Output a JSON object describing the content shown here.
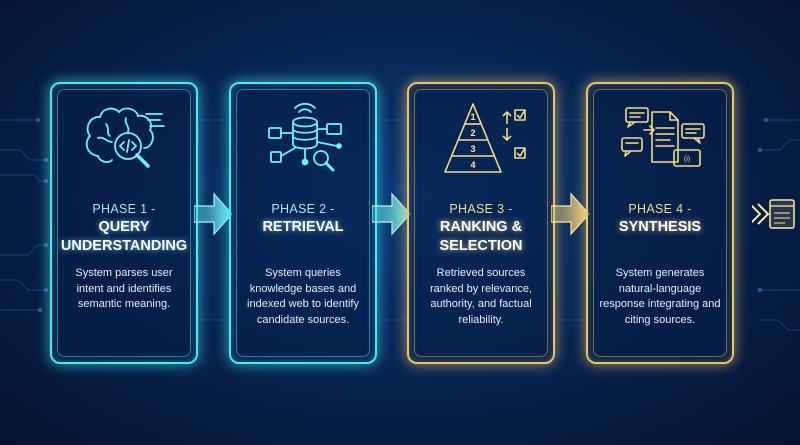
{
  "phases": [
    {
      "phase_label": "PHASE 1 -",
      "title": "QUERY UNDERSTANDING",
      "description": "System parses user intent and identifies semantic meaning.",
      "icon": "brain-search-icon",
      "color": "#4fe6f0"
    },
    {
      "phase_label": "PHASE 2 -",
      "title": "RETRIEVAL",
      "description": "System queries knowledge bases and indexed web to identify candidate sources.",
      "icon": "database-network-icon",
      "color": "#4fe6f0"
    },
    {
      "phase_label": "PHASE 3 -",
      "title": "RANKING & SELECTION",
      "description": "Retrieved sources ranked by relevance, authority, and factual reliability.",
      "icon": "ranking-pyramid-icon",
      "color": "#e6c46a",
      "ranks": [
        "1",
        "2",
        "3",
        "4"
      ]
    },
    {
      "phase_label": "PHASE 4 -",
      "title": "SYNTHESIS",
      "description": "System generates natural-language response integrating and citing sources.",
      "icon": "document-synthesis-icon",
      "color": "#e6c46a"
    }
  ],
  "colors": {
    "background": "#082a5c",
    "cyan_accent": "#4fe6f0",
    "gold_accent": "#e6c46a"
  }
}
